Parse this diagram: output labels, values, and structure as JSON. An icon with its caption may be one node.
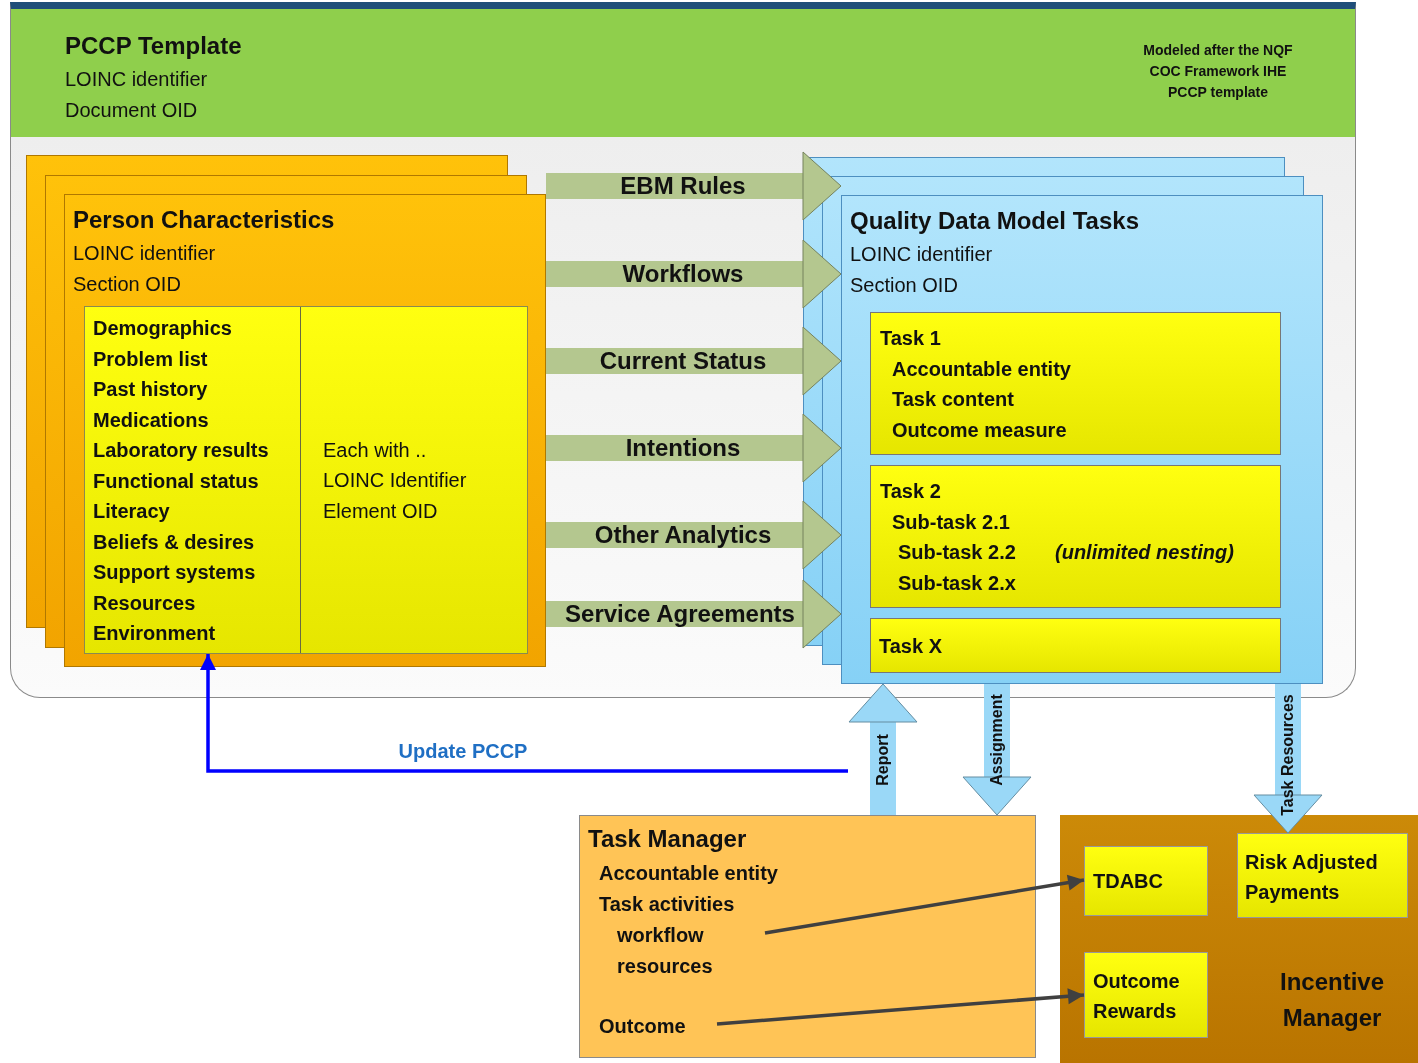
{
  "diagram": {
    "nodes": [
      {
        "text": [
          "PCCP Template",
          "LOINC identifier",
          "Document OID",
          "Modeled after the NQF COC Framework IHE PCCP template"
        ]
      },
      {
        "text": [
          "Person Characteristics",
          "LOINC identifier",
          "Section OID"
        ],
        "in": 0
      },
      {
        "text": [
          "Demographics",
          "Problem list",
          "Past history",
          "Medications",
          "Laboratory results",
          "Functional status",
          "Literacy",
          "Beliefs & desires",
          "Support systems",
          "Resources",
          "Environment",
          "Each with ..",
          "LOINC Identifier",
          "Element OID"
        ],
        "in": 1
      },
      {
        "text": [
          "Quality Data Model Tasks",
          "LOINC identifier",
          "Section OID"
        ],
        "in": 0
      },
      {
        "text": [
          "Task 1",
          "Accountable entity",
          "Task content",
          "Outcome measure"
        ],
        "in": 3
      },
      {
        "text": [
          "Task 2",
          "Sub-task 2.1",
          "Sub-task 2.2",
          "(unlimited nesting)",
          "Sub-task 2.x"
        ],
        "in": 3
      },
      {
        "text": [
          "Task X"
        ],
        "in": 3
      },
      {
        "text": [
          "Task Manager",
          "Accountable entity",
          "Task activities"
        ]
      },
      {
        "text": [
          "workflow",
          "resources"
        ],
        "in": 7
      },
      {
        "text": [
          "Outcome"
        ],
        "in": 7
      },
      {
        "text": [
          "Incentive Manager"
        ]
      },
      {
        "text": [
          "TDABC"
        ],
        "in": 10
      },
      {
        "text": [
          "Risk Adjusted Payments"
        ],
        "in": 10
      },
      {
        "text": [
          "Outcome Rewards"
        ],
        "in": 10
      }
    ],
    "edges": [
      {
        "from": 1,
        "to": 3,
        "arrow": "to",
        "label": "EBM Rules",
        "style": "thick"
      },
      {
        "from": 1,
        "to": 3,
        "arrow": "to",
        "label": "Workflows",
        "style": "thick"
      },
      {
        "from": 1,
        "to": 3,
        "arrow": "to",
        "label": "Current Status",
        "style": "thick"
      },
      {
        "from": 1,
        "to": 3,
        "arrow": "to",
        "label": "Intentions",
        "style": "thick"
      },
      {
        "from": 1,
        "to": 3,
        "arrow": "to",
        "label": "Other Analytics",
        "style": "thick"
      },
      {
        "from": 1,
        "to": 3,
        "arrow": "to",
        "label": "Service Agreements",
        "style": "thick"
      },
      {
        "from": null,
        "to": 2,
        "arrow": "to",
        "label": "Update PCCP",
        "color": "#0000ff"
      },
      {
        "from": 7,
        "to": 3,
        "arrow": "to",
        "label": "Report",
        "style": "thick",
        "color": "#9ad8f7"
      },
      {
        "from": 3,
        "to": 7,
        "arrow": "to",
        "label": "Assignment",
        "style": "thick",
        "color": "#9ad8f7"
      },
      {
        "from": 3,
        "to": 12,
        "arrow": "to",
        "label": "Task Resources",
        "style": "thick",
        "color": "#9ad8f7"
      },
      {
        "from": 8,
        "to": 11,
        "arrow": "to",
        "color": "#404040"
      },
      {
        "from": 9,
        "to": 13,
        "arrow": "to",
        "color": "#404040"
      }
    ]
  }
}
